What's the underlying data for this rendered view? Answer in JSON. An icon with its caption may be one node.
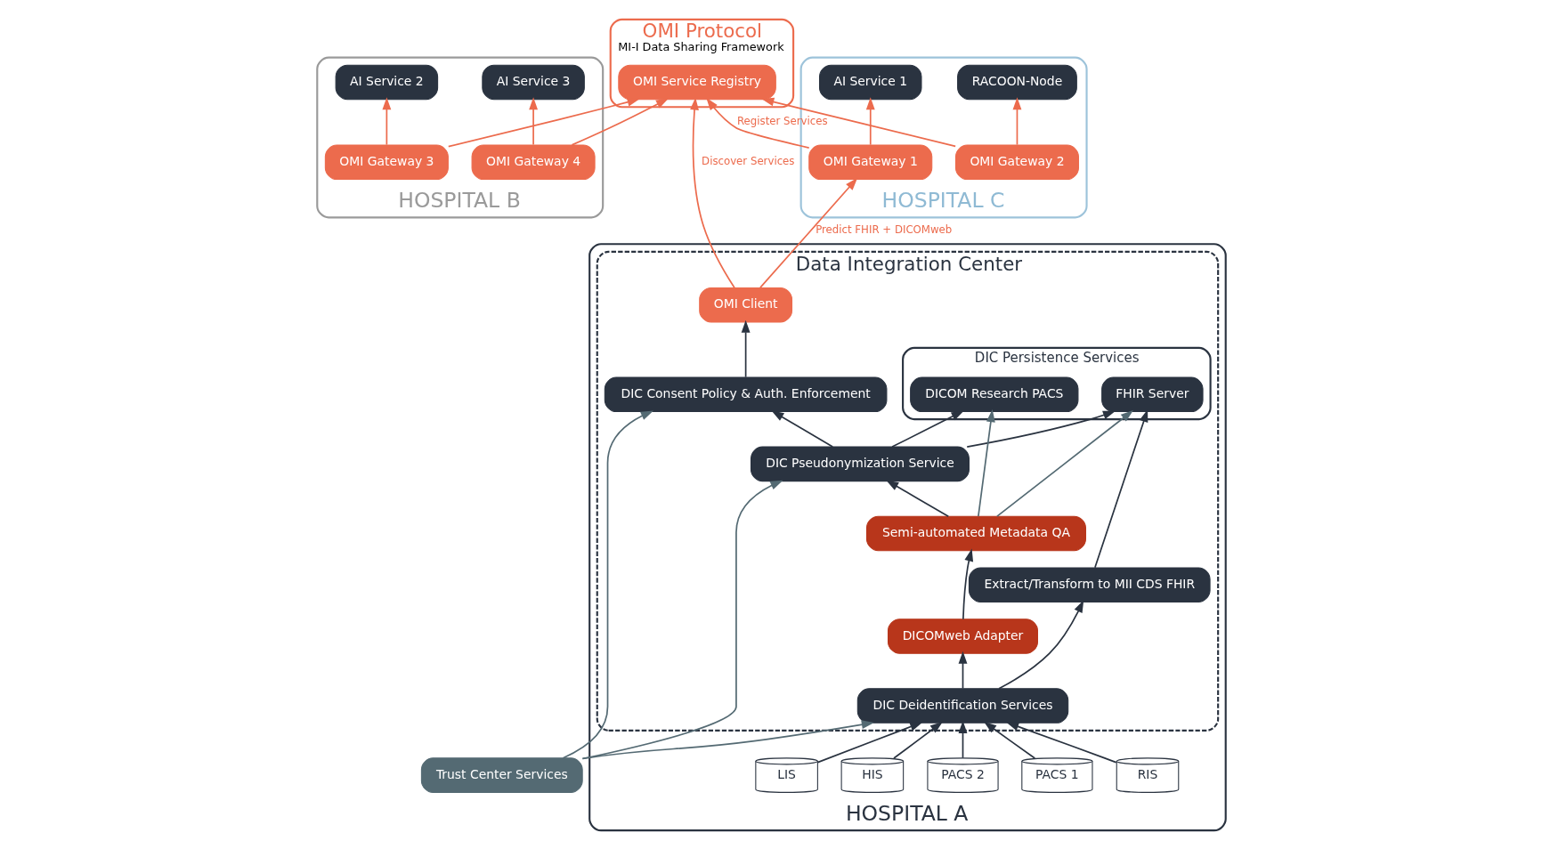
{
  "diagram": {
    "nodes": [
      {
        "text": [
          "HOSPITAL A"
        ]
      },
      {
        "text": [
          "Data Integration Center"
        ],
        "in": 0
      },
      {
        "text": [
          "Trust Center Services"
        ]
      },
      {
        "text": [
          "OMI Client"
        ],
        "in": 1
      },
      {
        "text": [
          "DIC Consent Policy & Auth. Enforcement"
        ],
        "in": 1
      },
      {
        "text": [
          "DIC Pseudonymization Service"
        ],
        "in": 1
      },
      {
        "text": [
          "Semi-automated Metadata QA"
        ],
        "in": 1
      },
      {
        "text": [
          "DICOMweb Adapter"
        ],
        "in": 1
      },
      {
        "text": [
          "DIC Persistence Services"
        ],
        "in": 1
      },
      {
        "text": [
          "DICOM Research PACS"
        ],
        "in": 8
      },
      {
        "text": [
          "FHIR Server"
        ],
        "in": 8
      },
      {
        "text": [
          "Extract/Transform to MII CDS FHIR"
        ],
        "in": 1
      },
      {
        "text": [
          "DIC Deidentification Services"
        ],
        "in": 1
      },
      {
        "text": [
          "PACS 1"
        ],
        "in": 0
      },
      {
        "text": [
          "PACS 2"
        ],
        "in": 0
      },
      {
        "text": [
          "HIS"
        ],
        "in": 0
      },
      {
        "text": [
          "LIS"
        ],
        "in": 0
      },
      {
        "text": [
          "RIS"
        ],
        "in": 0
      },
      {
        "text": [
          "OMI Protocol",
          "MI-I Data Sharing Framework"
        ]
      },
      {
        "text": [
          "OMI Service Registry"
        ],
        "in": 18
      },
      {
        "text": [
          "HOSPITAL C"
        ]
      },
      {
        "text": [
          "OMI Gateway 1"
        ],
        "in": 20
      },
      {
        "text": [
          "AI Service 1"
        ],
        "in": 20
      },
      {
        "text": [
          "OMI Gateway 2"
        ],
        "in": 20
      },
      {
        "text": [
          "RACOON-Node"
        ],
        "in": 20
      },
      {
        "text": [
          "HOSPITAL B"
        ]
      },
      {
        "text": [
          "OMI Gateway 3"
        ],
        "in": 25
      },
      {
        "text": [
          "AI Service 2"
        ],
        "in": 25
      },
      {
        "text": [
          "OMI Gateway 4"
        ],
        "in": 25
      },
      {
        "text": [
          "AI Service 3"
        ],
        "in": 25
      }
    ],
    "edges": [
      {
        "from": 4,
        "to": 3,
        "arrow": "to"
      },
      {
        "from": 5,
        "to": 4,
        "arrow": "to"
      },
      {
        "from": 6,
        "to": 5,
        "arrow": "to"
      },
      {
        "from": 7,
        "to": 6,
        "arrow": "to"
      },
      {
        "from": 12,
        "to": 7,
        "arrow": "to"
      },
      {
        "from": 12,
        "to": 11,
        "arrow": "to"
      },
      {
        "from": 11,
        "to": 10,
        "arrow": "to"
      },
      {
        "from": 5,
        "to": 9,
        "arrow": "to"
      },
      {
        "from": 5,
        "to": 10,
        "arrow": "to"
      },
      {
        "from": 6,
        "to": 9,
        "arrow": "to",
        "color": "#546a73"
      },
      {
        "from": 6,
        "to": 10,
        "arrow": "to",
        "color": "#546a73"
      },
      {
        "from": 2,
        "to": 4,
        "arrow": "to",
        "color": "#546a73"
      },
      {
        "from": 2,
        "to": 5,
        "arrow": "to",
        "color": "#546a73"
      },
      {
        "from": 2,
        "to": 12,
        "arrow": "to",
        "color": "#546a73"
      },
      {
        "from": 13,
        "to": 12,
        "arrow": "to"
      },
      {
        "from": 14,
        "to": 12,
        "arrow": "to"
      },
      {
        "from": 15,
        "to": 12,
        "arrow": "to"
      },
      {
        "from": 16,
        "to": 12,
        "arrow": "to"
      },
      {
        "from": 17,
        "to": 12,
        "arrow": "to"
      },
      {
        "from": 3,
        "to": 21,
        "arrow": "to",
        "label": "Predict FHIR + DICOMweb",
        "color": "#ec6b4d"
      },
      {
        "from": 3,
        "to": 19,
        "arrow": "to",
        "label": "Discover Services",
        "color": "#ec6b4d"
      },
      {
        "from": 21,
        "to": 19,
        "arrow": "to",
        "label": "Register Services",
        "color": "#ec6b4d"
      },
      {
        "from": 23,
        "to": 19,
        "arrow": "to",
        "color": "#ec6b4d"
      },
      {
        "from": 26,
        "to": 19,
        "arrow": "to",
        "color": "#ec6b4d"
      },
      {
        "from": 28,
        "to": 19,
        "arrow": "to",
        "color": "#ec6b4d"
      },
      {
        "from": 21,
        "to": 22,
        "arrow": "to",
        "color": "#ec6b4d"
      },
      {
        "from": 23,
        "to": 24,
        "arrow": "to",
        "color": "#ec6b4d"
      },
      {
        "from": 26,
        "to": 27,
        "arrow": "to",
        "color": "#ec6b4d"
      },
      {
        "from": 28,
        "to": 29,
        "arrow": "to",
        "color": "#ec6b4d"
      }
    ]
  }
}
